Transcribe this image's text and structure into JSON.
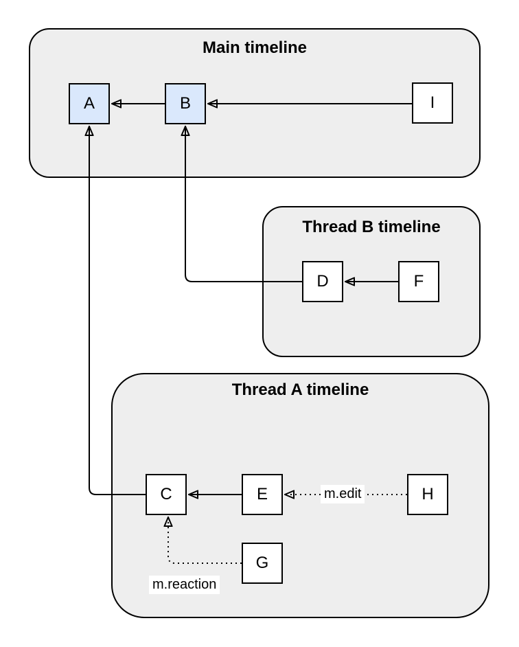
{
  "diagram": {
    "containers": [
      {
        "id": "main",
        "title": "Main timeline"
      },
      {
        "id": "thread-b",
        "title": "Thread B timeline"
      },
      {
        "id": "thread-a",
        "title": "Thread A timeline"
      }
    ],
    "nodes": [
      {
        "id": "A",
        "label": "A",
        "container": "main",
        "highlighted": true
      },
      {
        "id": "B",
        "label": "B",
        "container": "main",
        "highlighted": true
      },
      {
        "id": "I",
        "label": "I",
        "container": "main",
        "highlighted": false
      },
      {
        "id": "D",
        "label": "D",
        "container": "thread-b",
        "highlighted": false
      },
      {
        "id": "F",
        "label": "F",
        "container": "thread-b",
        "highlighted": false
      },
      {
        "id": "C",
        "label": "C",
        "container": "thread-a",
        "highlighted": false
      },
      {
        "id": "E",
        "label": "E",
        "container": "thread-a",
        "highlighted": false
      },
      {
        "id": "H",
        "label": "H",
        "container": "thread-a",
        "highlighted": false
      },
      {
        "id": "G",
        "label": "G",
        "container": "thread-a",
        "highlighted": false
      }
    ],
    "edges": [
      {
        "from": "B",
        "to": "A",
        "style": "solid",
        "label": ""
      },
      {
        "from": "I",
        "to": "B",
        "style": "solid",
        "label": ""
      },
      {
        "from": "D",
        "to": "B",
        "style": "solid",
        "label": ""
      },
      {
        "from": "F",
        "to": "D",
        "style": "solid",
        "label": ""
      },
      {
        "from": "C",
        "to": "A",
        "style": "solid",
        "label": ""
      },
      {
        "from": "E",
        "to": "C",
        "style": "solid",
        "label": ""
      },
      {
        "from": "H",
        "to": "E",
        "style": "dotted",
        "label": "m.edit"
      },
      {
        "from": "G",
        "to": "C",
        "style": "dotted",
        "label": "m.reaction"
      }
    ],
    "colors": {
      "highlight_fill": "#dae8fc",
      "node_fill": "#ffffff",
      "container_fill": "#eeeeee",
      "stroke": "#000000"
    }
  }
}
